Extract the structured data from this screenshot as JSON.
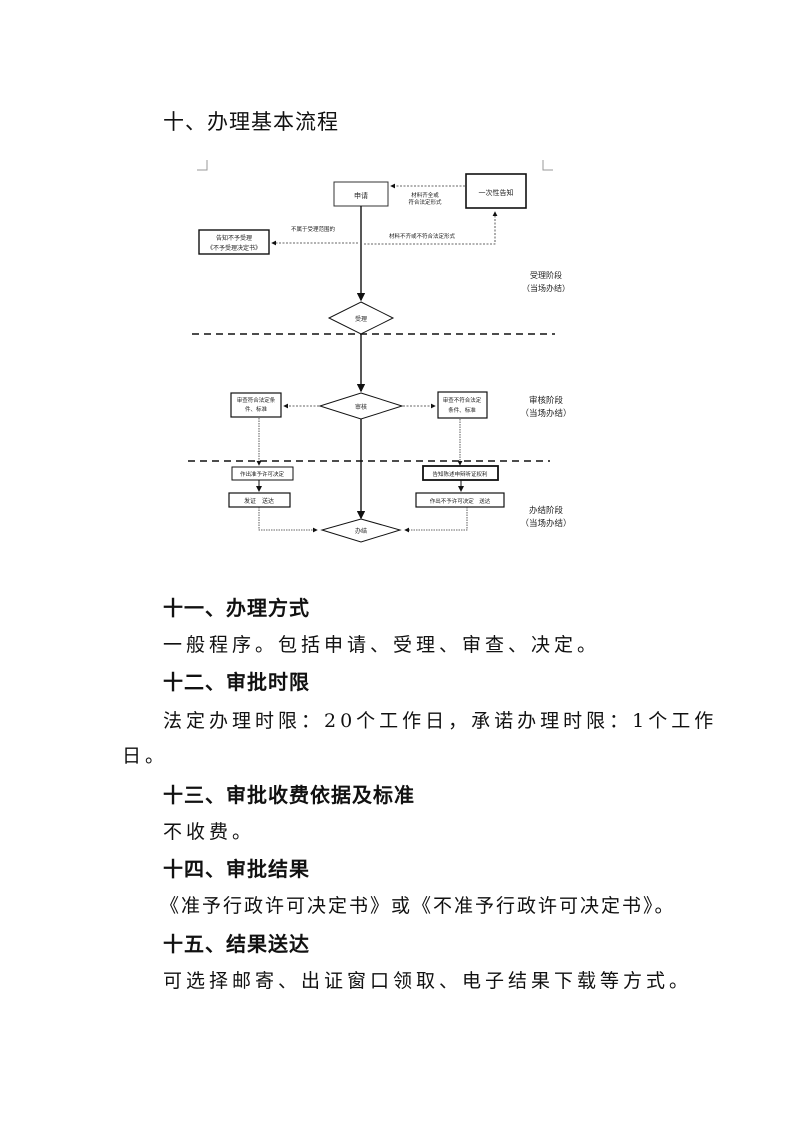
{
  "heading": "十、办理基本流程",
  "flowchart": {
    "nodes": {
      "apply": "申请",
      "notice": "一次性告知",
      "reject_l1": "告知不予受理",
      "reject_l2": "《不予受理决定书》",
      "accept": "受理",
      "review": "审核",
      "pass_l1": "审查符合法定条",
      "pass_l2": "件、标准",
      "fail_l1": "审查不符合法定",
      "fail_l2": "条件、标准",
      "approve": "作出准予许可决定",
      "issue": "发证　送达",
      "hearing": "告知陈述申辩听证权利",
      "deny": "作出不予许可决定　送达",
      "finish": "办结"
    },
    "edge_labels": {
      "complete_l1": "材料齐全或",
      "complete_l2": "符合法定形式",
      "out_of_scope": "不属于受理范围的",
      "incomplete": "材料不齐或不符合法定形式"
    },
    "stages": [
      {
        "name": "受理阶段",
        "note": "（当场办结）"
      },
      {
        "name": "审核阶段",
        "note": "（当场办结）"
      },
      {
        "name": "办结阶段",
        "note": "（当场办结）"
      }
    ]
  },
  "sections": [
    {
      "title": "十一、办理方式",
      "body": "一般程序。包括申请、受理、审查、决定。"
    },
    {
      "title": "十二、审批时限",
      "body": "法定办理时限：20个工作日，承诺办理时限：1个工作",
      "body_cont": "日。"
    },
    {
      "title": "十三、审批收费依据及标准",
      "body": "不收费。"
    },
    {
      "title": "十四、审批结果",
      "body": "《准予行政许可决定书》或《不准予行政许可决定书》。"
    },
    {
      "title": "十五、结果送达",
      "body": "可选择邮寄、出证窗口领取、电子结果下载等方式。"
    }
  ]
}
